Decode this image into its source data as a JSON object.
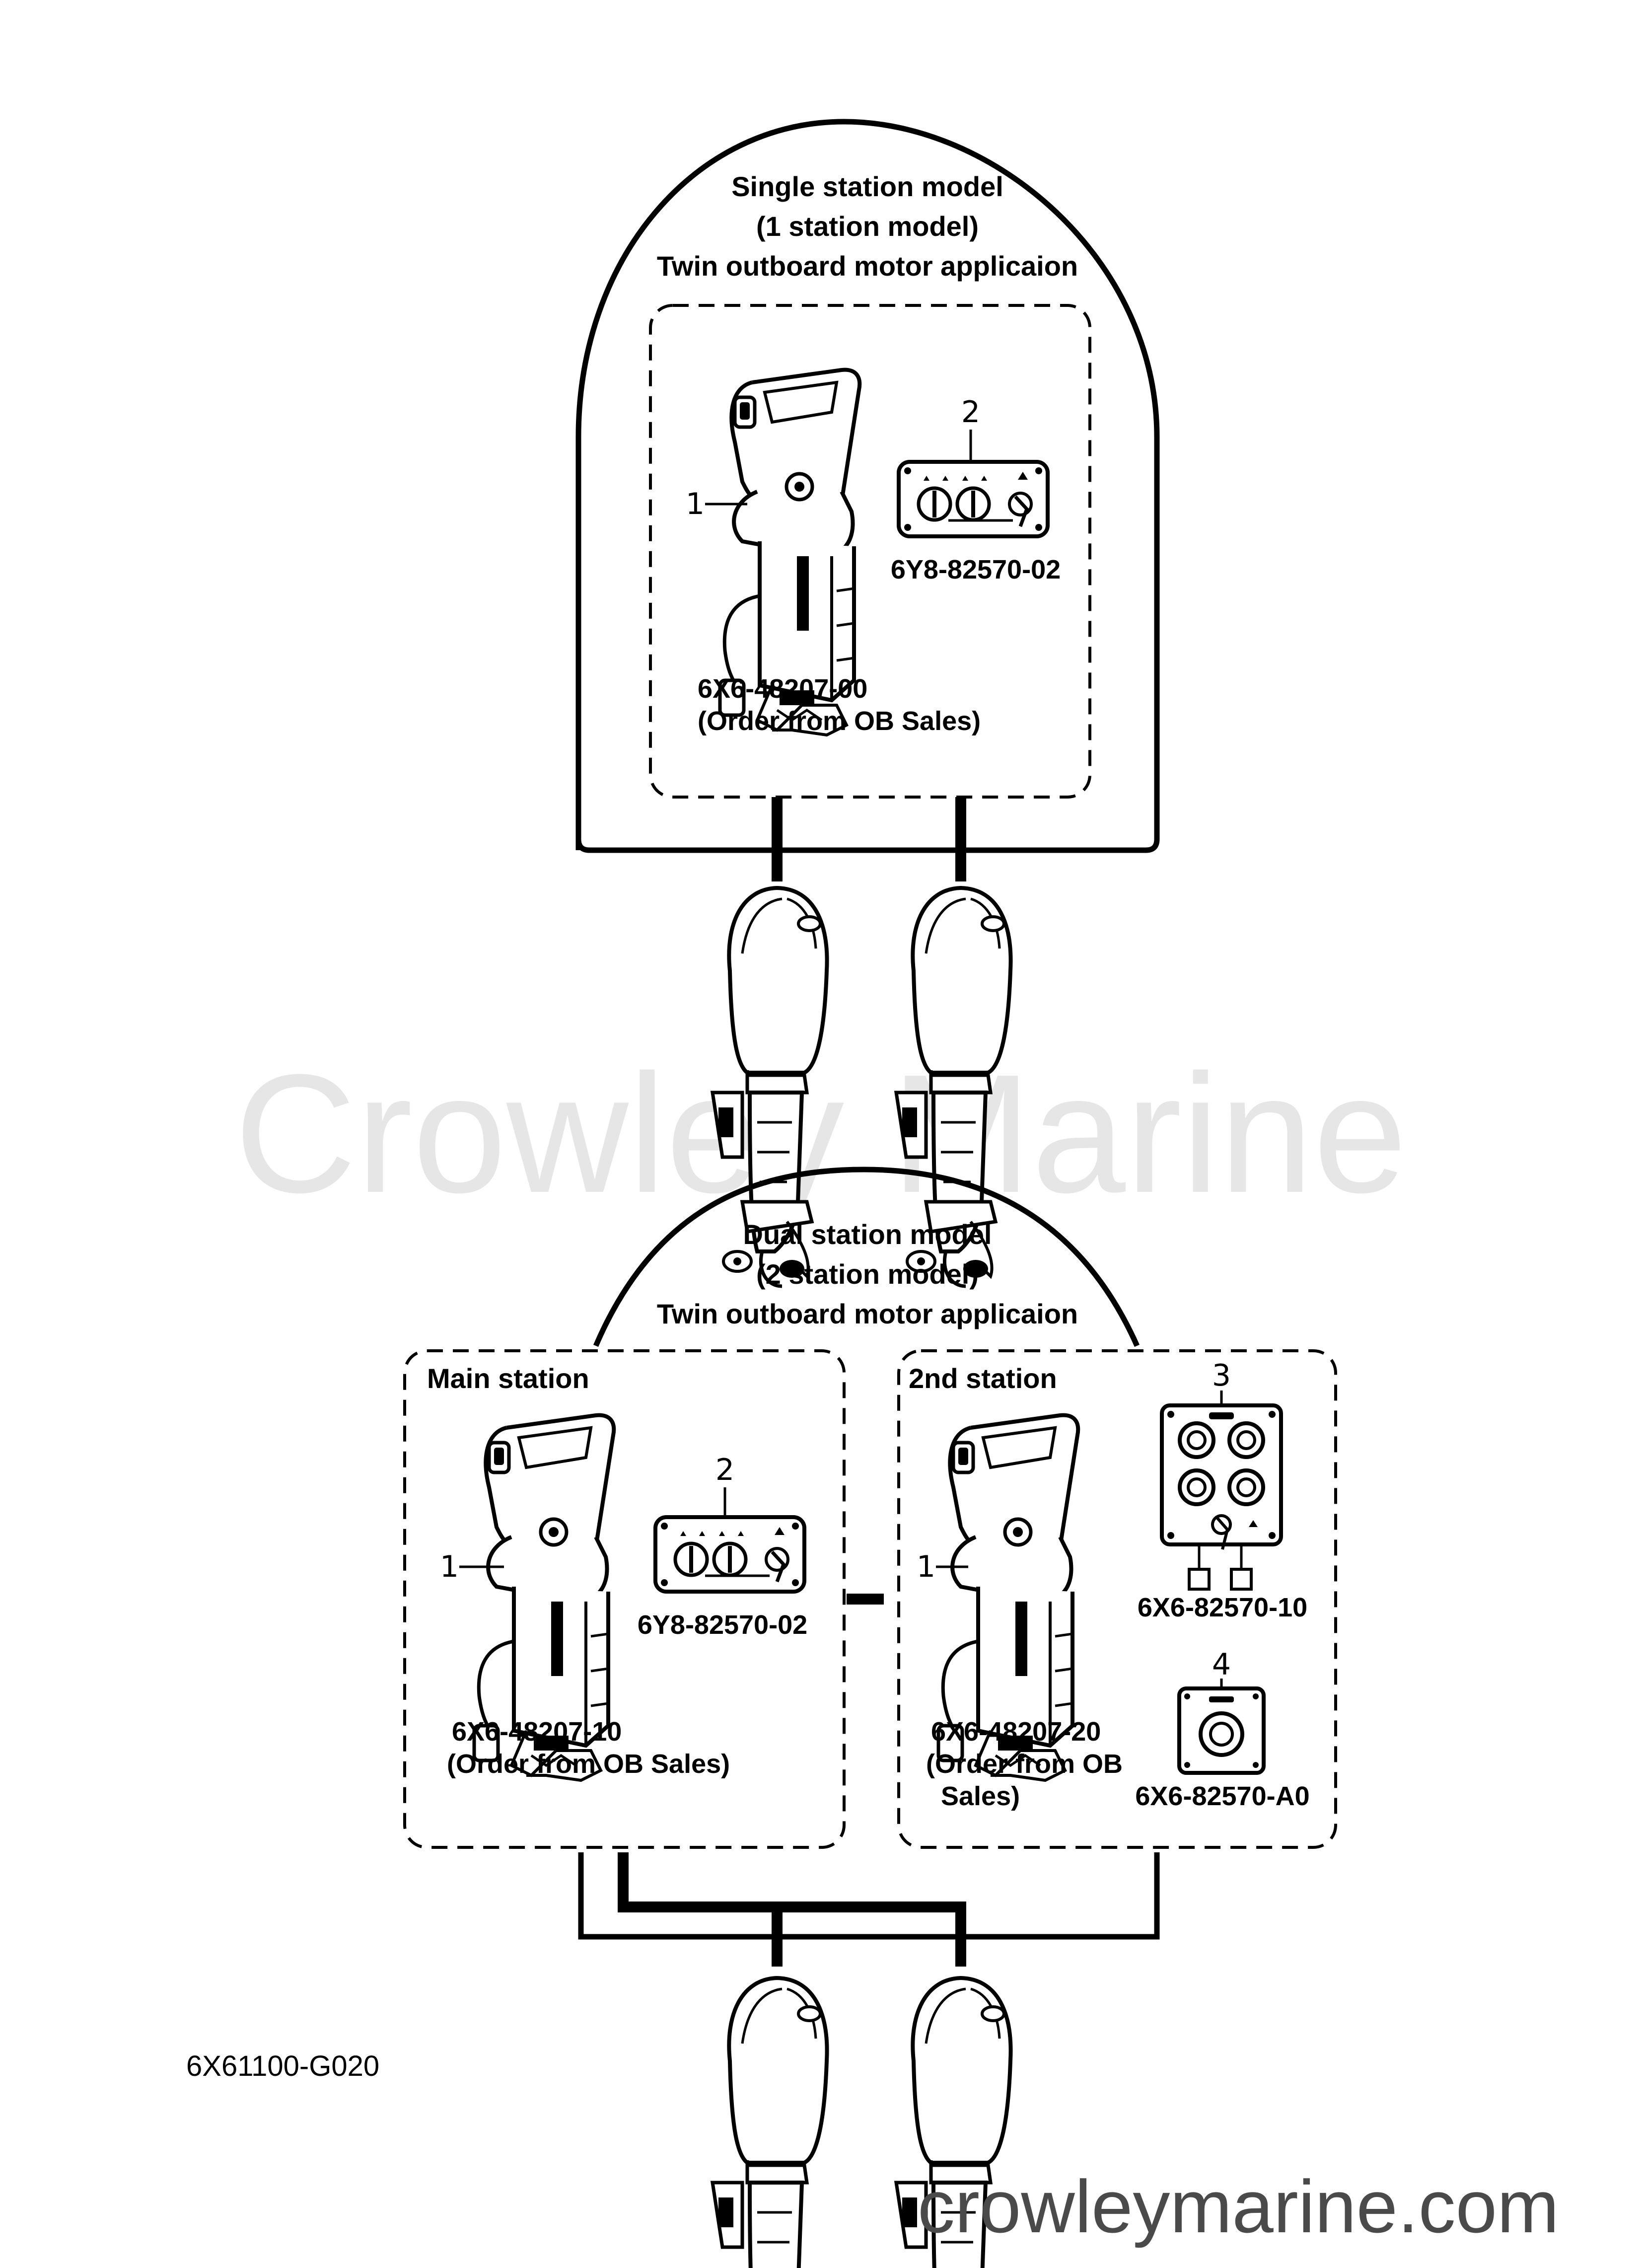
{
  "single_station": {
    "title_lines": [
      "Single station model",
      "(1 station model)",
      "Twin outboard motor applicaion"
    ],
    "callouts": [
      "1",
      "2"
    ],
    "remote_control_part": "6X6-48207-00",
    "remote_control_note": "(Order from OB Sales)",
    "switch_panel_part": "6Y8-82570-02"
  },
  "dual_station": {
    "title_lines": [
      "Dual station model",
      "(2 station model)",
      "Twin outboard motor applicaion"
    ],
    "main_station": {
      "label": "Main station",
      "callouts": [
        "1",
        "2"
      ],
      "remote_control_part": "6X6-48207-10",
      "remote_control_note": "(Order from OB Sales)",
      "switch_panel_part": "6Y8-82570-02"
    },
    "second_station": {
      "label": "2nd station",
      "callouts": [
        "1",
        "3",
        "4"
      ],
      "remote_control_part": "6X6-48207-20",
      "remote_control_note_lines": [
        "(Order from OB",
        "Sales)"
      ],
      "switch_panel_part": "6X6-82570-10",
      "single_switch_part": "6X6-82570-A0"
    }
  },
  "diagram_code": "6X61100-G020",
  "watermark_center": "Crowley Marine",
  "watermark_footer": "crowleymarine.com",
  "colors": {
    "line": "#000000",
    "background": "#ffffff",
    "watermark": "#e6e6e6",
    "footer": "#4a4a4a"
  }
}
